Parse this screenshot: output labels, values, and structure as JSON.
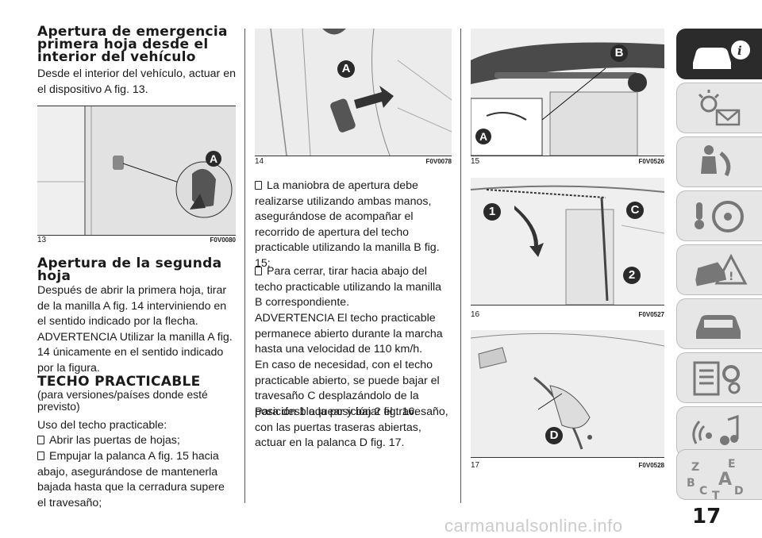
{
  "col1": {
    "h1": "Apertura de emergencia primera hoja desde el interior del vehículo",
    "p1": "Desde el interior del vehículo, actuar en el dispositivo A fig. 13.",
    "fig": {
      "num": "13",
      "code": "F0V0080",
      "label_a": "A"
    },
    "h2": "Apertura de la segunda hoja",
    "p2": "Después de abrir la primera hoja, tirar de la manilla A fig. 14 interviniendo en el sentido indicado por la flecha. ADVERTENCIA Utilizar la manilla A fig. 14 únicamente en el sentido indicado por la figura.",
    "h3": "TECHO PRACTICABLE",
    "h3_sub": "(para versiones/países donde esté previsto)",
    "p3": "Uso del techo practicable:",
    "b1": "Abrir las puertas de hojas;",
    "b2": "Empujar la palanca A fig. 15 hacia abajo, asegurándose de mantenerla bajada hasta que la cerradura supere el travesaño;"
  },
  "col2": {
    "fig": {
      "num": "14",
      "code": "F0V0078",
      "label_a": "A"
    },
    "b1": "La maniobra de apertura debe realizarse utilizando ambas manos, asegurándose de acompañar el recorrido de apertura del techo practicable utilizando la manilla B fig. 15;",
    "b2": "Para cerrar, tirar hacia abajo del techo practicable utilizando la manilla B correspondiente.",
    "p1": "ADVERTENCIA El techo practicable permanece abierto durante la marcha hasta una velocidad de 110 km/h.",
    "p2": "En caso de necesidad, con el techo practicable abierto, se puede bajar el travesaño C desplazándolo de la posición 1 a la posición 2 fig. 16.",
    "p3": "Para desbloquear y bajar el travesaño, con las puertas traseras abiertas, actuar en la palanca D fig. 17."
  },
  "col3": {
    "fig15": {
      "num": "15",
      "code": "F0V0526",
      "label_a": "A",
      "label_b": "B"
    },
    "fig16": {
      "num": "16",
      "code": "F0V0527",
      "label_1": "1",
      "label_2": "2",
      "label_c": "C"
    },
    "fig17": {
      "num": "17",
      "code": "F0V0528",
      "label_d": "D"
    }
  },
  "sidebar": {
    "active_tab_icon": "car-info-icon",
    "icons": [
      "car-info-icon",
      "warning-lights-icon",
      "safety-icon",
      "driving-icon",
      "emergency-icon",
      "maintenance-icon",
      "multimedia-icon",
      "index-icon"
    ],
    "index_letters": [
      "Z",
      "E",
      "B",
      "A",
      "C",
      "T",
      "D"
    ]
  },
  "page_number": "17",
  "watermark": "carmanualsonline.info",
  "colors": {
    "label_bg": "#2a2a2a",
    "active_tab": "#2b2b2b",
    "inactive_tab": "#e6e6e6"
  }
}
